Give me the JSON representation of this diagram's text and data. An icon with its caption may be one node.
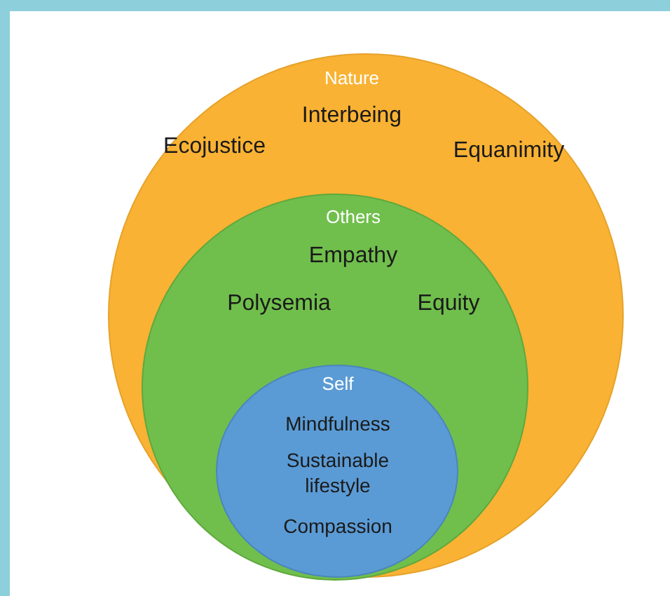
{
  "diagram": {
    "nodes": [
      {
        "text": [
          "Nature",
          "Interbeing",
          "Ecojustice",
          "Equanimity"
        ]
      },
      {
        "text": [
          "Others",
          "Empathy",
          "Polysemia",
          "Equity"
        ],
        "in": 0
      },
      {
        "text": [
          "Self",
          "Mindfulness",
          "Sustainable lifestyle",
          "Compassion"
        ],
        "in": 1
      }
    ],
    "edges": []
  }
}
